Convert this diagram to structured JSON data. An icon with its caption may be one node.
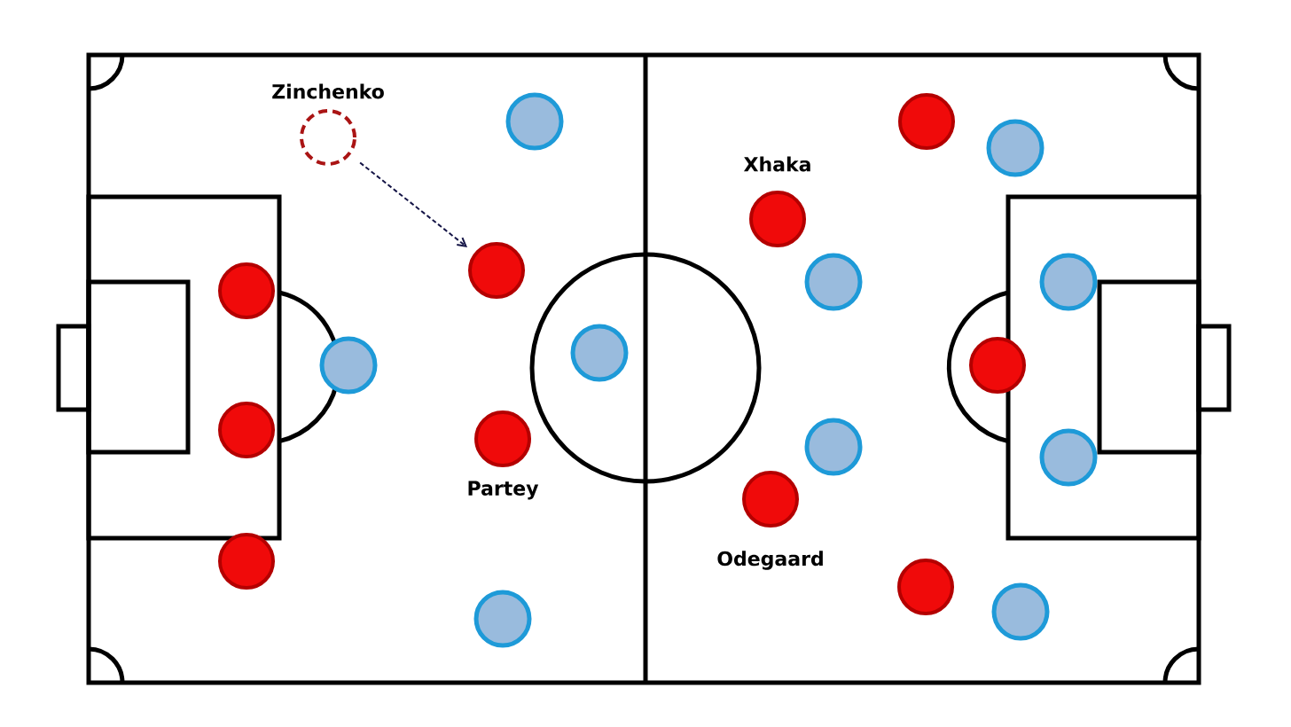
{
  "diagram": {
    "nodes": [
      {
        "text": [
          "Zinchenko"
        ]
      },
      {
        "text": [],
        "shape": "circle"
      },
      {
        "text": [],
        "shape": "circle"
      },
      {
        "text": [],
        "shape": "circle"
      },
      {
        "text": [
          "Xhaka"
        ]
      },
      {
        "text": [],
        "shape": "circle"
      },
      {
        "text": [],
        "shape": "circle"
      },
      {
        "text": [],
        "shape": "circle"
      },
      {
        "text": [],
        "shape": "circle"
      },
      {
        "text": [],
        "shape": "circle"
      },
      {
        "text": [],
        "shape": "circle"
      },
      {
        "text": [],
        "shape": "circle"
      },
      {
        "text": [],
        "shape": "circle"
      },
      {
        "text": [
          "Partey"
        ]
      },
      {
        "text": [],
        "shape": "circle"
      },
      {
        "text": [],
        "shape": "circle"
      },
      {
        "text": [
          "Odegaard"
        ]
      },
      {
        "text": [],
        "shape": "circle"
      },
      {
        "text": [],
        "shape": "circle"
      },
      {
        "text": [],
        "shape": "circle"
      },
      {
        "text": [],
        "shape": "circle"
      }
    ],
    "edges": [
      {
        "from": 0,
        "to": 5,
        "arrow": "to",
        "style": "dashed"
      }
    ]
  }
}
